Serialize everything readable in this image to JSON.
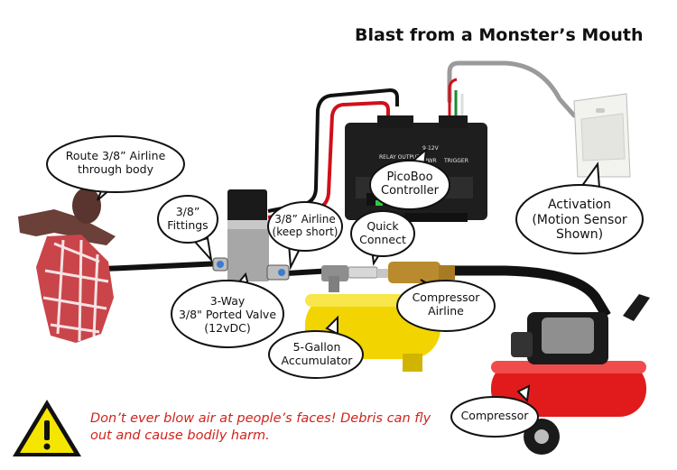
{
  "title": "Blast from a  Monster’s Mouth",
  "labels": {
    "route_airline": [
      "Route 3/8” Airline",
      "through body"
    ],
    "fittings": [
      "3/8”",
      "Fittings"
    ],
    "airline_short": [
      "3/8” Airline",
      "(keep short)"
    ],
    "quick_connect": [
      "Quick",
      "Connect"
    ],
    "picoboo": [
      "PicoBoo",
      "Controller"
    ],
    "activation": [
      "Activation",
      "(Motion Sensor",
      "Shown)"
    ],
    "valve": [
      "3-Way",
      "3/8\" Ported Valve",
      "(12vDC)"
    ],
    "accumulator": [
      "5-Gallon",
      "Accumulator"
    ],
    "compressor_airline": [
      "Compressor",
      "Airline"
    ],
    "compressor": [
      "Compressor"
    ]
  },
  "controller_print": {
    "relay_outputs": "RELAY OUTPUTS",
    "pwr": "PWR",
    "trigger": "TRIGGER",
    "voltage": "9-12V"
  },
  "warning": {
    "icon": "warning-triangle-icon",
    "text": "Don’t ever blow air at people’s faces!  Debris can fly out and cause bodily harm."
  },
  "colors": {
    "warning_text": "#d0231c",
    "warning_fill": "#f5e600",
    "accumulator": "#f2d400",
    "compressor": "#e11b1b",
    "wire_red": "#d0101a",
    "wire_green": "#1e8a2e",
    "sensor_cable": "#9a9a9a",
    "airline": "#111111"
  }
}
